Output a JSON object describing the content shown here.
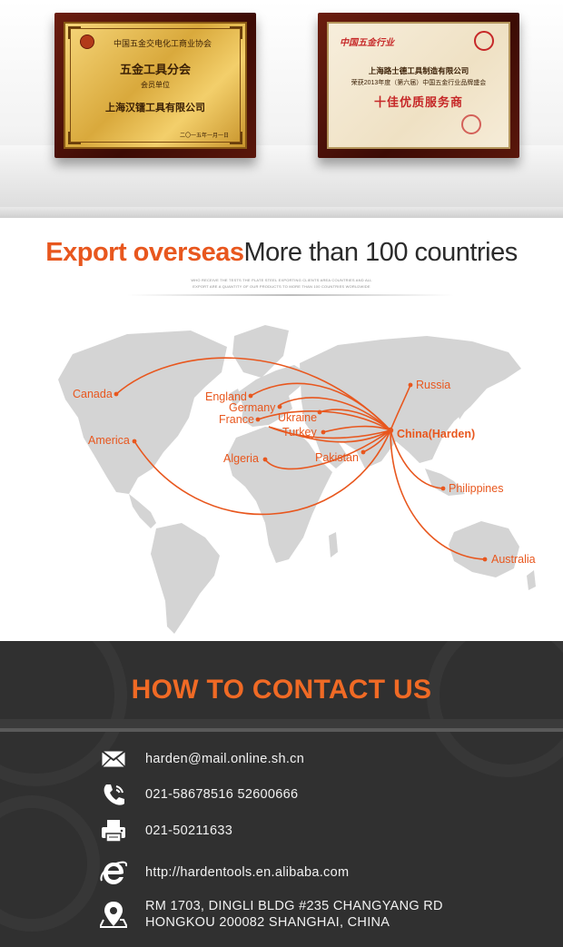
{
  "awards": {
    "left_plaque": {
      "line1": "中国五金交电化工商业协会",
      "line2": "五金工具分会",
      "line3": "会员单位",
      "line4": "上海汉镭工具有限公司",
      "date": "二〇一五年一月一日"
    },
    "right_plaque": {
      "brand": "中国五金行业",
      "line1": "上海路士德工具制造有限公司",
      "line2": "荣获2013年度（第六届）中国五金行业品牌盛会",
      "line3": "十佳优质服务商"
    }
  },
  "export": {
    "title_highlight": "Export overseas",
    "title_rest": "More than 100 countries",
    "fine_print_1": "WHO RECEIVE THE TESTS THE PLATE STEEL EXPORTING CLIENTS AREA COUNTRIES AND ALL",
    "fine_print_2": "EXPORT ARE A QUANTITY OF OUR PRODUCTS TO MORE THAN 100 COUNTRIES WORLDWIDE"
  },
  "map": {
    "hub": "China(Harden)",
    "countries": [
      "Russia",
      "Canada",
      "England",
      "Germany",
      "France",
      "Ukraine",
      "Turkey",
      "America",
      "Pakistan",
      "Algeria",
      "Philippines",
      "Australia"
    ]
  },
  "contact": {
    "title": "HOW TO CONTACT US",
    "email": "harden@mail.online.sh.cn",
    "phone": "021-58678516 52600666",
    "fax": "021-50211633",
    "website": "http://hardentools.en.alibaba.com",
    "address_line1": "RM 1703, DINGLI BLDG #235 CHANGYANG RD",
    "address_line2": "HONGKOU 200082 SHANGHAI, CHINA"
  },
  "colors": {
    "accent": "#e8571e",
    "map_land": "#d3d3d3",
    "contact_bg": "#303030",
    "plaque_wood": "#4a1108"
  },
  "icons": [
    "envelope-icon",
    "telephone-icon",
    "fax-icon",
    "internet-explorer-icon",
    "location-pin-icon"
  ]
}
